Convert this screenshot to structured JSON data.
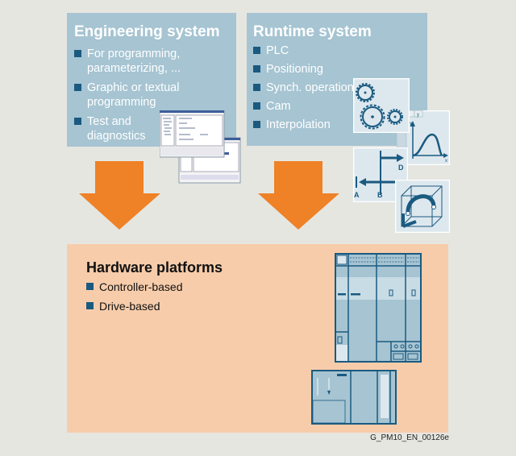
{
  "engineering": {
    "title": "Engineering system",
    "items": [
      "For programming, parameterizing, ...",
      "Graphic or textual programming",
      "Test and diagnostics"
    ]
  },
  "runtime": {
    "title": "Runtime system",
    "items": [
      "PLC",
      "Positioning",
      "Synch. operation",
      "Cam",
      "Interpolation"
    ]
  },
  "hardware": {
    "title": "Hardware platforms",
    "items": [
      "Controller-based",
      "Drive-based"
    ]
  },
  "figure_labels": {
    "graph_axis_y": "y",
    "graph_axis_x": "x",
    "pos_a": "A",
    "pos_b": "B",
    "pos_d": "D"
  },
  "caption": "G_PM10_EN_00126e",
  "colors": {
    "blue_box": "#a6c4d2",
    "orange_box": "#f7ccaa",
    "arrow": "#ef8127",
    "bullet": "#1a5a80",
    "background": "#e6e6e1"
  }
}
